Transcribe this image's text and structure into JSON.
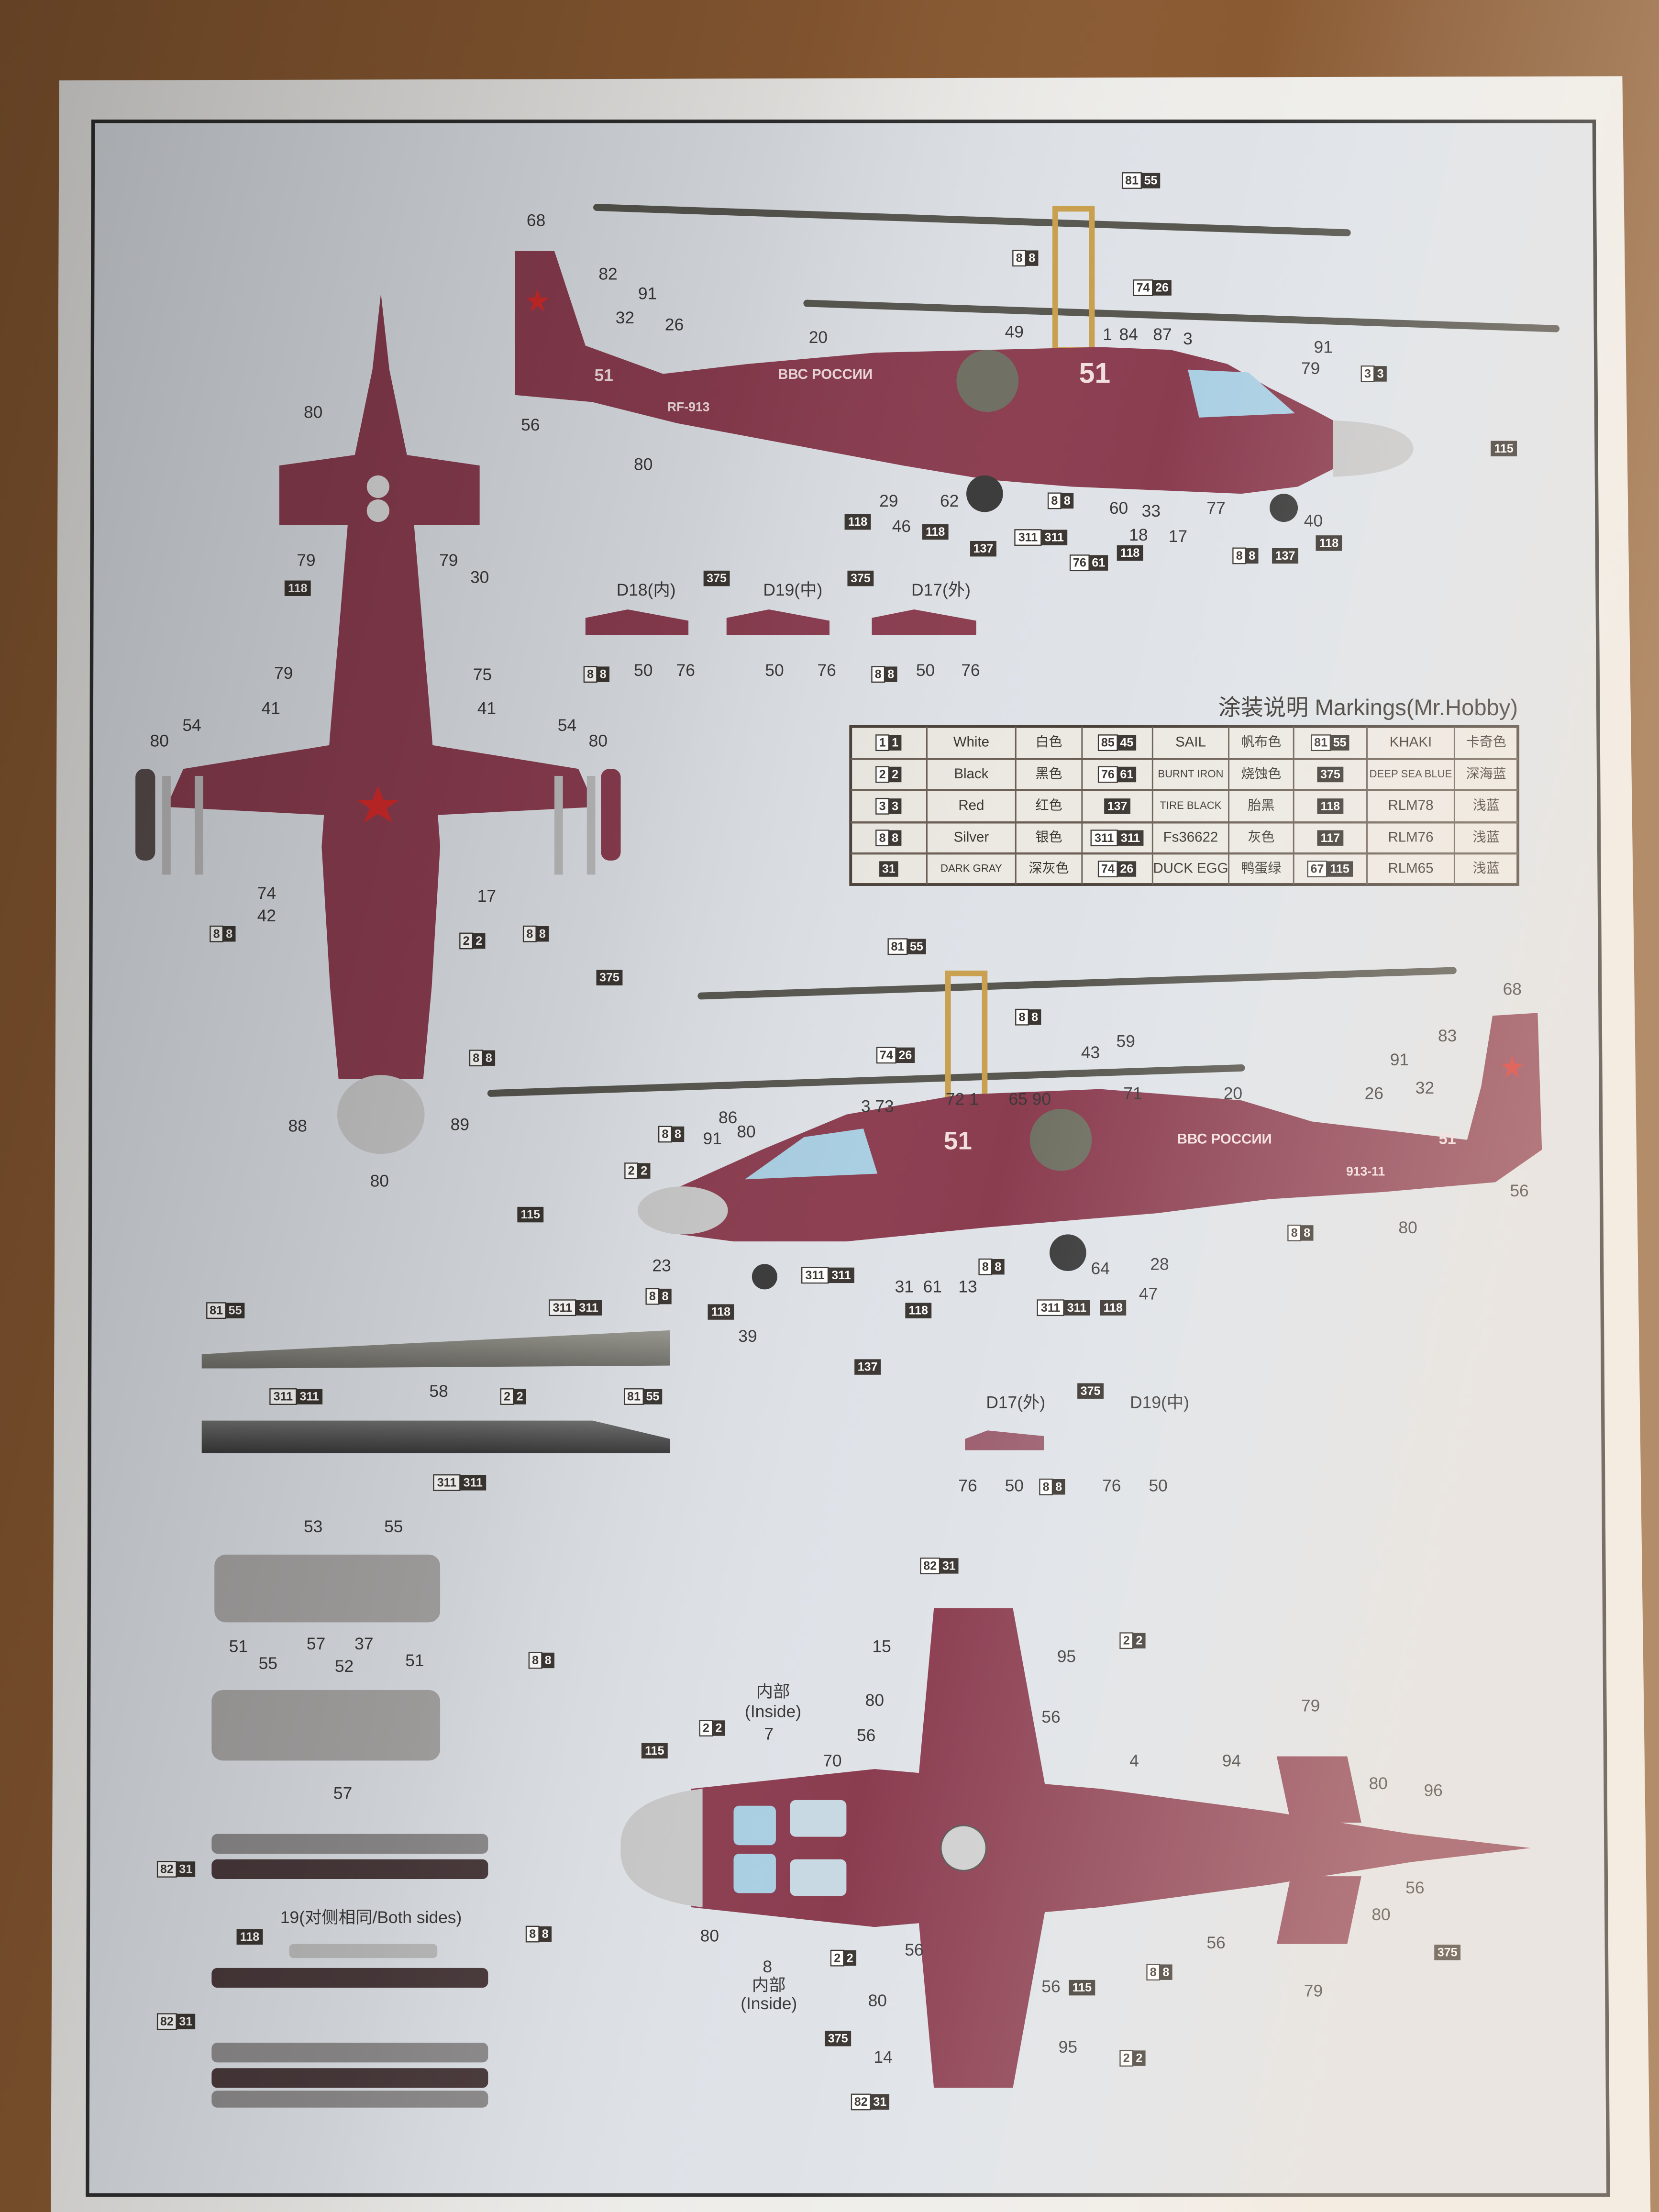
{
  "sheet": {
    "title": "涂装说明 Markings(Mr.Hobby)",
    "aircraft_markings": {
      "number": "51",
      "air_force": "ВВС РОССИИ",
      "registration": "RF-913",
      "registration_2": "913-11"
    }
  },
  "colors": {
    "fuselage": "#8b3d50",
    "paper": "#dfe3e8",
    "chip_dark": "#3b3631",
    "rotor_gold": "#c9a04e",
    "canopy": "#aacfe3",
    "nose": "#c9c9c9",
    "star": "#d22a2a"
  },
  "markings_table": {
    "rows": [
      [
        {
          "chip": [
            "1",
            "1"
          ],
          "en": "White",
          "cn": "白色"
        },
        {
          "chip": [
            "85",
            "45"
          ],
          "en": "SAIL",
          "cn": "帆布色"
        },
        {
          "chip": [
            "81",
            "55"
          ],
          "en": "KHAKI",
          "cn": "卡奇色"
        }
      ],
      [
        {
          "chip": [
            "2",
            "2"
          ],
          "en": "Black",
          "cn": "黑色"
        },
        {
          "chip": [
            "76",
            "61"
          ],
          "en": "BURNT IRON",
          "cn": "烧蚀色"
        },
        {
          "chip": [
            "",
            "375"
          ],
          "en": "DEEP SEA BLUE",
          "cn": "深海蓝"
        }
      ],
      [
        {
          "chip": [
            "3",
            "3"
          ],
          "en": "Red",
          "cn": "红色"
        },
        {
          "chip": [
            "",
            "137"
          ],
          "en": "TIRE BLACK",
          "cn": "胎黑"
        },
        {
          "chip": [
            "",
            "118"
          ],
          "en": "RLM78",
          "cn": "浅蓝"
        }
      ],
      [
        {
          "chip": [
            "8",
            "8"
          ],
          "en": "Silver",
          "cn": "银色"
        },
        {
          "chip": [
            "311",
            "311"
          ],
          "en": "Fs36622",
          "cn": "灰色"
        },
        {
          "chip": [
            "",
            "117"
          ],
          "en": "RLM76",
          "cn": "浅蓝"
        }
      ],
      [
        {
          "chip": [
            "",
            "31"
          ],
          "en": "DARK GRAY",
          "cn": "深灰色"
        },
        {
          "chip": [
            "74",
            "26"
          ],
          "en": "DUCK EGG",
          "cn": "鸭蛋绿"
        },
        {
          "chip": [
            "67",
            "115"
          ],
          "en": "RLM65",
          "cn": "浅蓝"
        }
      ]
    ]
  },
  "callouts": {
    "side_top": [
      "68",
      "82",
      "91",
      "32",
      "26",
      "20",
      "49",
      "1",
      "84",
      "87",
      "3",
      "91",
      "79",
      "56",
      "80",
      "29",
      "46",
      "62",
      "60",
      "33",
      "18",
      "17",
      "77",
      "40"
    ],
    "decals_top": [
      "D18(内)",
      "D19(中)",
      "D17(外)",
      "50",
      "76",
      "50",
      "76",
      "50",
      "76"
    ],
    "top_view": [
      "80",
      "79",
      "79",
      "30",
      "79",
      "75",
      "41",
      "41",
      "54",
      "54",
      "80",
      "80",
      "74",
      "17",
      "42",
      "88",
      "89",
      "80"
    ],
    "side_bottom": [
      "68",
      "83",
      "43",
      "59",
      "91",
      "26",
      "32",
      "20",
      "3 73",
      "72 1",
      "65 90",
      "71",
      "86",
      "91",
      "80",
      "56",
      "80",
      "23",
      "31",
      "61",
      "13",
      "64",
      "28",
      "47",
      "39"
    ],
    "rotors": [
      "58",
      "D17(外)",
      "D19(中)",
      "76",
      "50",
      "76",
      "50"
    ],
    "weapons": [
      "53",
      "55",
      "51",
      "57",
      "55",
      "52",
      "37",
      "51",
      "57",
      "19(对侧相同/Both sides)"
    ],
    "bottom_view": [
      "15",
      "95",
      "80",
      "56",
      "内部",
      "(Inside)",
      "7",
      "56",
      "70",
      "4",
      "94",
      "79",
      "80",
      "96",
      "56",
      "80",
      "56",
      "79",
      "80",
      "8",
      "内部",
      "(Inside)",
      "56",
      "80",
      "56",
      "95",
      "14"
    ]
  },
  "chips": {
    "side_top": [
      [
        "81",
        "55"
      ],
      [
        "8",
        "8"
      ],
      [
        "74",
        "26"
      ],
      [
        "3",
        "3"
      ],
      [
        "",
        "115"
      ],
      [
        "",
        "118"
      ],
      [
        "",
        "118"
      ],
      [
        "",
        "137"
      ],
      [
        "311",
        "311"
      ],
      [
        "8",
        "8"
      ],
      [
        "76",
        "61"
      ],
      [
        "",
        "118"
      ],
      [
        "8",
        "8"
      ],
      [
        "",
        "137"
      ],
      [
        "",
        "118"
      ],
      [
        "",
        "375"
      ],
      [
        "",
        "375"
      ]
    ],
    "decals_top": [
      [
        "8",
        "8"
      ],
      [
        "8",
        "8"
      ]
    ],
    "top_view": [
      [
        "",
        "118"
      ],
      [
        "8",
        "8"
      ],
      [
        "2",
        "2"
      ],
      [
        "8",
        "8"
      ],
      [
        "",
        "375"
      ],
      [
        "8",
        "8"
      ],
      [
        "",
        "115"
      ]
    ],
    "side_bottom": [
      [
        "81",
        "55"
      ],
      [
        "8",
        "8"
      ],
      [
        "74",
        "26"
      ],
      [
        "8",
        "8"
      ],
      [
        "2",
        "2"
      ],
      [
        "8",
        "8"
      ],
      [
        "8",
        "8"
      ],
      [
        "311",
        "311"
      ],
      [
        "8",
        "8"
      ],
      [
        "",
        "118"
      ],
      [
        "",
        "118"
      ],
      [
        "311",
        "311"
      ],
      [
        "",
        "118"
      ],
      [
        "",
        "137"
      ]
    ],
    "rotors": [
      [
        "81",
        "55"
      ],
      [
        "311",
        "311"
      ],
      [
        "311",
        "311"
      ],
      [
        "2",
        "2"
      ],
      [
        "81",
        "55"
      ],
      [
        "311",
        "311"
      ],
      [
        "",
        "375"
      ],
      [
        "8",
        "8"
      ]
    ],
    "weapons": [
      [
        "8",
        "8"
      ],
      [
        "82",
        "31"
      ],
      [
        "",
        "118"
      ],
      [
        "8",
        "8"
      ],
      [
        "82",
        "31"
      ]
    ],
    "bottom_view": [
      [
        "82",
        "31"
      ],
      [
        "2",
        "2"
      ],
      [
        "2",
        "2"
      ],
      [
        "",
        "115"
      ],
      [
        "",
        "375"
      ],
      [
        "2",
        "2"
      ],
      [
        "",
        "115"
      ],
      [
        "8",
        "8"
      ],
      [
        "",
        "375"
      ],
      [
        "2",
        "2"
      ],
      [
        "82",
        "31"
      ]
    ]
  }
}
